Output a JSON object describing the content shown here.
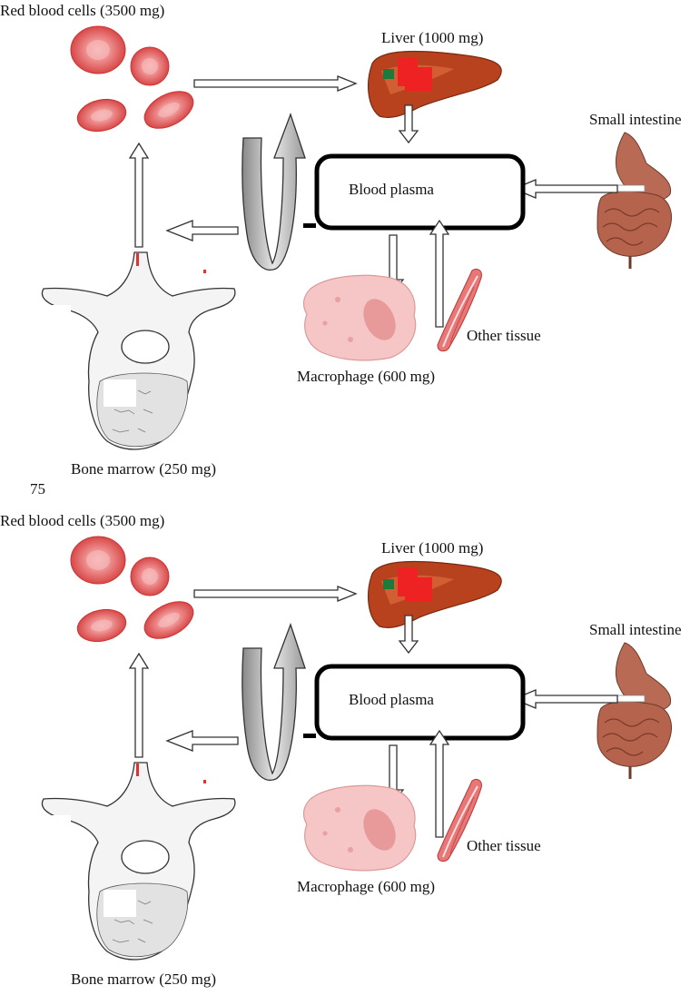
{
  "page_number": "75",
  "panels": [
    {
      "labels": {
        "red_blood_cells": "Red blood cells (3500 mg)",
        "liver": "Liver (1000 mg)",
        "small_intestine": "Small intestine",
        "blood_plasma": "Blood plasma",
        "other_tissue": "Other tissue",
        "macrophage": "Macrophage (600 mg)",
        "bone_marrow": "Bone marrow (250 mg)"
      }
    },
    {
      "labels": {
        "red_blood_cells": "Red blood cells (3500 mg)",
        "liver": "Liver (1000 mg)",
        "small_intestine": "Small intestine",
        "blood_plasma": "Blood plasma",
        "other_tissue": "Other tissue",
        "macrophage": "Macrophage (600 mg)",
        "bone_marrow": "Bone marrow (250 mg)"
      }
    }
  ]
}
